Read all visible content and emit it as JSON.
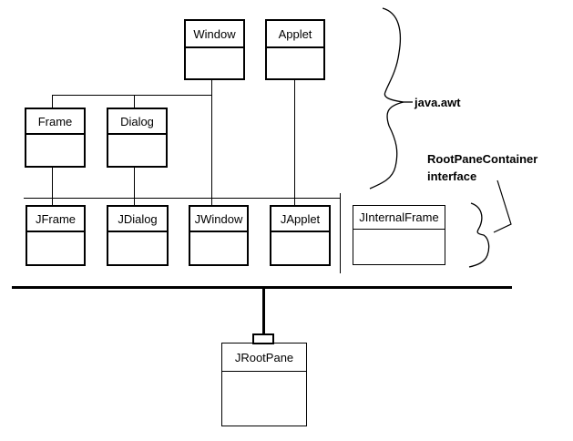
{
  "diagram": {
    "boxes": {
      "window": {
        "label": "Window"
      },
      "applet": {
        "label": "Applet"
      },
      "frame": {
        "label": "Frame"
      },
      "dialog": {
        "label": "Dialog"
      },
      "jframe": {
        "label": "JFrame"
      },
      "jdialog": {
        "label": "JDialog"
      },
      "jwindow": {
        "label": "JWindow"
      },
      "japplet": {
        "label": "JApplet"
      },
      "jinternalframe": {
        "label": "JInternalFrame"
      },
      "jrootpane": {
        "label": "JRootPane"
      }
    },
    "annotations": {
      "java_awt": "java.awt",
      "root_pane_container": "RootPaneContainer",
      "interface_word": "interface"
    },
    "colors": {
      "foreground": "#000000",
      "background": "#ffffff"
    }
  }
}
